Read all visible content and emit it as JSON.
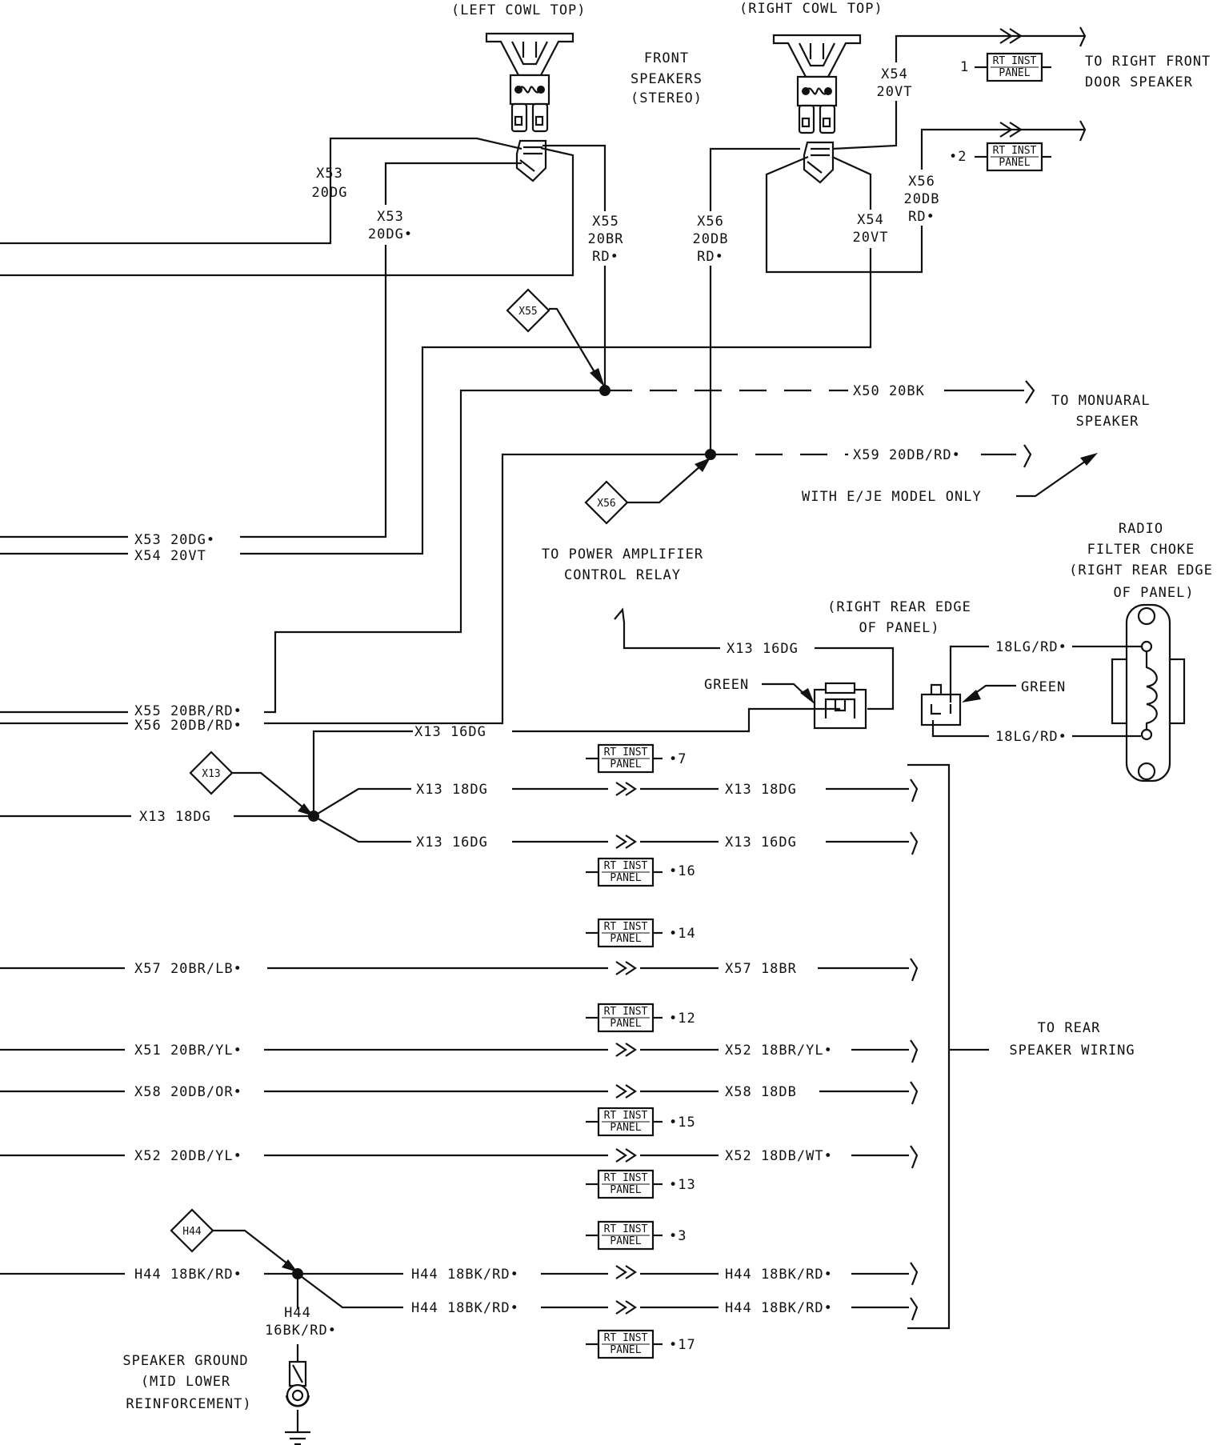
{
  "colors": {
    "ink": "#111111",
    "paper": "#ffffff"
  },
  "icons": [
    "speaker-icon",
    "connector-icon",
    "ground-icon",
    "splice-icon",
    "choke-icon",
    "inline-connector-icon"
  ],
  "labels": {
    "left_cowl_top": "(LEFT COWL TOP)",
    "right_cowl_top": "(RIGHT COWL TOP)",
    "front_speakers_1": "FRONT",
    "front_speakers_2": "SPEAKERS",
    "front_speakers_3": "(STEREO)",
    "to_right_front_door_1": "TO RIGHT FRONT",
    "to_right_front_door_2": "DOOR SPEAKER",
    "to_monaural_1": "TO MONUARAL",
    "to_monaural_2": "SPEAKER",
    "with_eje": "WITH E/JE MODEL ONLY",
    "to_power_amp_1": "TO POWER AMPLIFIER",
    "to_power_amp_2": "CONTROL RELAY",
    "right_rear_edge_1": "(RIGHT REAR EDGE",
    "right_rear_edge_2": "OF PANEL)",
    "radio_filter_1": "RADIO",
    "radio_filter_2": "FILTER CHOKE",
    "radio_filter_3": "(RIGHT REAR EDGE",
    "radio_filter_4": "OF PANEL)",
    "green_1": "GREEN",
    "green_2": "GREEN",
    "lg_rd_1": "18LG/RD•",
    "lg_rd_2": "18LG/RD•",
    "to_rear_1": "TO REAR",
    "to_rear_2": "SPEAKER WIRING",
    "speaker_ground_1": "SPEAKER GROUND",
    "speaker_ground_2": "(MID LOWER",
    "speaker_ground_3": "REINFORCEMENT)"
  },
  "panel_label": {
    "line1": "RT INST",
    "line2": "PANEL"
  },
  "panel_refs": [
    "1",
    "•2",
    "•7",
    "•16",
    "•14",
    "•12",
    "•15",
    "•13",
    "•3",
    "•17"
  ],
  "splices": [
    "X55",
    "X56",
    "X13",
    "H44"
  ],
  "wires": {
    "x53_a": [
      "X53",
      "20DG"
    ],
    "x53_b": [
      "X53",
      "20DG•"
    ],
    "x55_a": [
      "X55",
      "20BR",
      "RD•"
    ],
    "x56_a": [
      "X56",
      "20DB",
      "RD•"
    ],
    "x54_b": [
      "X54",
      "20VT"
    ],
    "x54_a": [
      "X54",
      "20VT"
    ],
    "x56_b": [
      "X56",
      "20DB",
      "RD•"
    ],
    "x50": "X50 20BK",
    "x59": "X59 20DB/RD•",
    "x53_left": "X53 20DG•",
    "x54_left": "X54 20VT",
    "x55_left": "X55 20BR/RD•",
    "x56_left": "X56 20DB/RD•",
    "x13_relay": "X13 16DG",
    "x13_top": "X13 16DG",
    "x13_left": "X13 18DG",
    "x13_mid_a": "X13 18DG",
    "x13_mid_b": "X13 16DG",
    "x13_right_a": "X13 18DG",
    "x13_right_b": "X13 16DG",
    "x57_left": "X57 20BR/LB•",
    "x57_right": "X57 18BR",
    "x51_left": "X51 20BR/YL•",
    "x52_right_a": "X52 18BR/YL•",
    "x58_left": "X58 20DB/OR•",
    "x58_right": "X58 18DB",
    "x52_left": "X52 20DB/YL•",
    "x52_right_b": "X52 18DB/WT•",
    "h44_left": "H44 18BK/RD•",
    "h44_mid_a": "H44 18BK/RD•",
    "h44_mid_b": "H44 18BK/RD•",
    "h44_right_a": "H44 18BK/RD•",
    "h44_right_b": "H44 18BK/RD•",
    "h44_down": [
      "H44",
      "16BK/RD•"
    ]
  }
}
